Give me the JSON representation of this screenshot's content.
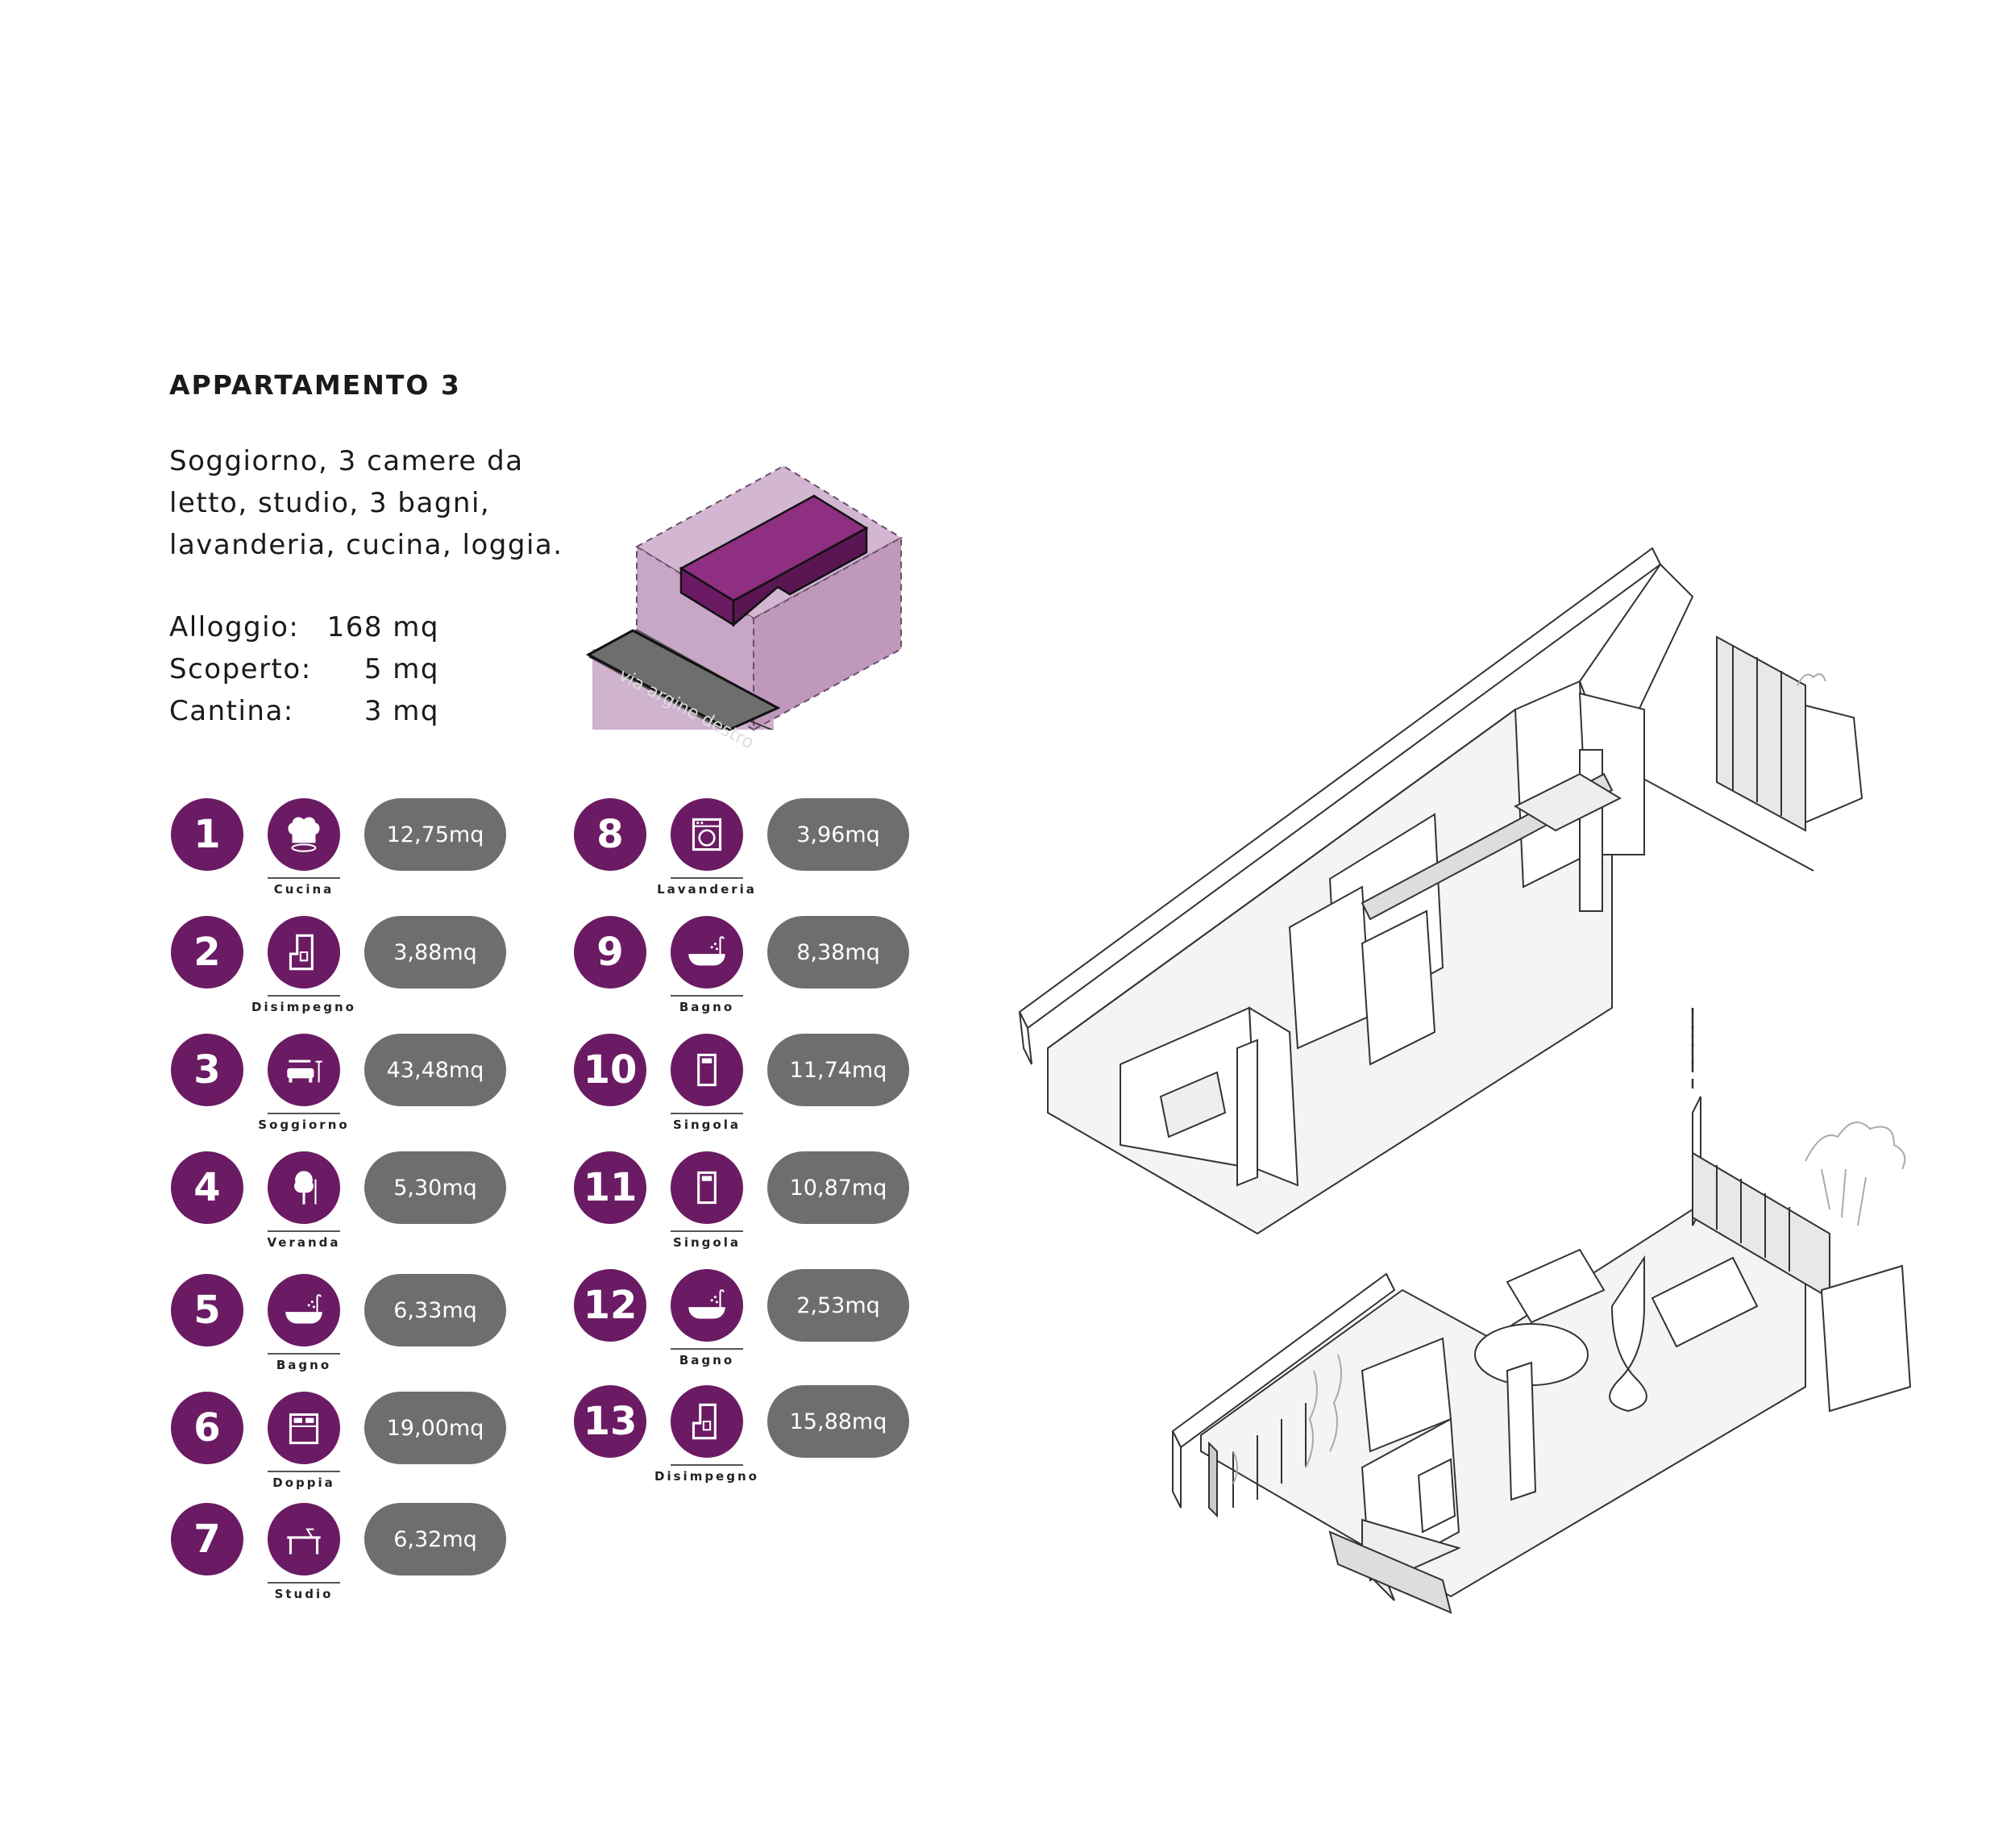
{
  "header": {
    "title": "APPARTAMENTO 3",
    "description_lines": [
      "Soggiorno, 3 camere da",
      "letto, studio, 3 bagni,",
      "lavanderia, cucina, loggia."
    ]
  },
  "areas": [
    {
      "label": "Alloggio:",
      "value": "168 mq"
    },
    {
      "label": "Scoperto:",
      "value": "5 mq"
    },
    {
      "label": "Cantina:",
      "value": "3 mq"
    }
  ],
  "massing": {
    "street_label": "via argine destro",
    "highlight_color": "#6a1b63",
    "volume_color": "#c8a6c6"
  },
  "colors": {
    "accent": "#6a1b63",
    "pill": "#6e6e6e"
  },
  "rooms": [
    {
      "num": "1",
      "name": "Cucina",
      "area": "12,75mq",
      "icon": "chef-hat-icon"
    },
    {
      "num": "2",
      "name": "Disimpegno",
      "area": "3,88mq",
      "icon": "corridor-plan-icon"
    },
    {
      "num": "3",
      "name": "Soggiorno",
      "area": "43,48mq",
      "icon": "sofa-icon"
    },
    {
      "num": "4",
      "name": "Veranda",
      "area": "5,30mq",
      "icon": "tree-icon"
    },
    {
      "num": "5",
      "name": "Bagno",
      "area": "6,33mq",
      "icon": "bathtub-icon"
    },
    {
      "num": "6",
      "name": "Doppia",
      "area": "19,00mq",
      "icon": "double-bed-icon"
    },
    {
      "num": "7",
      "name": "Studio",
      "area": "6,32mq",
      "icon": "desk-icon"
    },
    {
      "num": "8",
      "name": "Lavanderia",
      "area": "3,96mq",
      "icon": "washing-machine-icon"
    },
    {
      "num": "9",
      "name": "Bagno",
      "area": "8,38mq",
      "icon": "bathtub-icon"
    },
    {
      "num": "10",
      "name": "Singola",
      "area": "11,74mq",
      "icon": "single-bed-icon"
    },
    {
      "num": "11",
      "name": "Singola",
      "area": "10,87mq",
      "icon": "single-bed-icon"
    },
    {
      "num": "12",
      "name": "Bagno",
      "area": "2,53mq",
      "icon": "bathtub-icon"
    },
    {
      "num": "13",
      "name": "Disimpegno",
      "area": "15,88mq",
      "icon": "corridor-plan-icon"
    }
  ]
}
